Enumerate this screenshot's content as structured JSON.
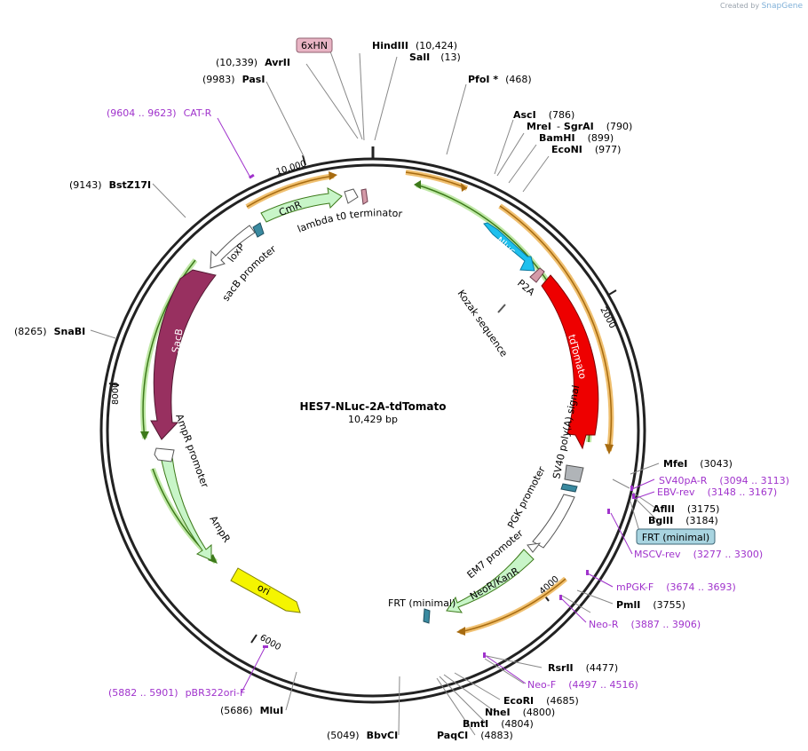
{
  "credit": {
    "created_by": "Created by",
    "brand": "SnapGene"
  },
  "plasmid": {
    "name": "HES7-NLuc-2A-tdTomato",
    "size": "10,429 bp"
  },
  "ticks": [
    "2000",
    "4000",
    "6000",
    "8000",
    "10,000"
  ],
  "enzymes": [
    {
      "name": "HindIII",
      "pos": "(10,424)"
    },
    {
      "name": "SalI",
      "pos": "(13)"
    },
    {
      "name": "PfoI *",
      "pos": "(468)"
    },
    {
      "name": "AscI",
      "pos": "(786)"
    },
    {
      "name": "MreI",
      "sep": "-",
      "name2": "SgrAI",
      "pos": "(790)"
    },
    {
      "name": "BamHI",
      "pos": "(899)"
    },
    {
      "name": "EcoNI",
      "pos": "(977)"
    },
    {
      "name": "MfeI",
      "pos": "(3043)"
    },
    {
      "name": "AflII",
      "pos": "(3175)"
    },
    {
      "name": "BglII",
      "pos": "(3184)"
    },
    {
      "name": "PmlI",
      "pos": "(3755)"
    },
    {
      "name": "RsrII",
      "pos": "(4477)"
    },
    {
      "name": "EcoRI",
      "pos": "(4685)"
    },
    {
      "name": "NheI",
      "pos": "(4800)"
    },
    {
      "name": "BmtI",
      "pos": "(4804)"
    },
    {
      "name": "PaqCI",
      "pos": "(4883)"
    },
    {
      "name": "BbvCI",
      "pos": "(5049)"
    },
    {
      "name": "MluI",
      "pos": "(5686)"
    },
    {
      "name": "SnaBI",
      "pos": "(8265)"
    },
    {
      "name": "BstZ17I",
      "pos": "(9143)"
    },
    {
      "name": "PasI",
      "pos": "(9983)"
    },
    {
      "name": "AvrII",
      "pos": "(10,339)"
    }
  ],
  "primers": [
    {
      "name": "SV40pA-R",
      "pos": "(3094 .. 3113)"
    },
    {
      "name": "EBV-rev",
      "pos": "(3148 .. 3167)"
    },
    {
      "name": "MSCV-rev",
      "pos": "(3277 .. 3300)"
    },
    {
      "name": "mPGK-F",
      "pos": "(3674 .. 3693)"
    },
    {
      "name": "Neo-R",
      "pos": "(3887 .. 3906)"
    },
    {
      "name": "Neo-F",
      "pos": "(4497 .. 4516)"
    },
    {
      "name": "pBR322ori-F",
      "pos": "(5882 .. 5901)"
    },
    {
      "name": "CAT-R",
      "pos": "(9604 .. 9623)"
    }
  ],
  "boxed_features": {
    "tag_6xhn": "6xHN",
    "frt_box": "FRT (minimal)"
  },
  "features": {
    "nluc": "Nluc",
    "p2a": "P2A",
    "tdtomato": "tdTomato",
    "sv40": "SV40 poly(A) signal",
    "pgk": "PGK promoter",
    "em7": "EM7 promoter",
    "neokan": "NeoR/KanR",
    "frt": "FRT (minimal)",
    "ori": "ori",
    "ampr": "AmpR",
    "amprp": "AmpR promoter",
    "sacb": "SacB",
    "sacbp": "sacB promoter",
    "loxp": "loxP",
    "cmr": "CmR",
    "lambda": "lambda t0 terminator",
    "kozak": "Kozak sequence"
  },
  "colors": {
    "backbone": "#222222",
    "primer": "#a033cc",
    "orf_orange": "#e59b2a",
    "orf_green": "#57a02a",
    "nluc": "#1ec0ee",
    "tdtomato": "#ee0000",
    "sacb": "#983060",
    "marker": "#c8f5c8",
    "ori": "#f5f500",
    "tag_box": "#e8b4c4",
    "frt_box": "#a8d4e0"
  }
}
